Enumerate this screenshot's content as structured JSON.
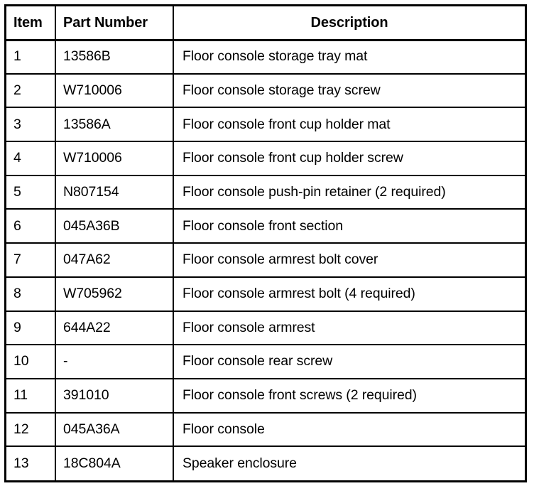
{
  "document": {
    "kind": "parts-list-table",
    "background_color": "#ffffff",
    "border_color": "#000000"
  },
  "table": {
    "columns": [
      {
        "key": "item",
        "label": "Item",
        "align": "left"
      },
      {
        "key": "part_number",
        "label": "Part Number",
        "align": "left"
      },
      {
        "key": "description",
        "label": "Description",
        "align": "center"
      }
    ],
    "rows": [
      {
        "item": "1",
        "part_number": "13586B",
        "description": "Floor console storage tray mat"
      },
      {
        "item": "2",
        "part_number": "W710006",
        "description": "Floor console storage tray screw"
      },
      {
        "item": "3",
        "part_number": "13586A",
        "description": "Floor console front cup holder mat"
      },
      {
        "item": "4",
        "part_number": "W710006",
        "description": "Floor console front cup holder screw"
      },
      {
        "item": "5",
        "part_number": "N807154",
        "description": "Floor console push-pin retainer (2 required)"
      },
      {
        "item": "6",
        "part_number": "045A36B",
        "description": "Floor console front section"
      },
      {
        "item": "7",
        "part_number": "047A62",
        "description": "Floor console armrest bolt cover"
      },
      {
        "item": "8",
        "part_number": "W705962",
        "description": "Floor console armrest bolt (4 required)"
      },
      {
        "item": "9",
        "part_number": "644A22",
        "description": "Floor console armrest"
      },
      {
        "item": "10",
        "part_number": "-",
        "description": "Floor console rear screw"
      },
      {
        "item": "11",
        "part_number": "391010",
        "description": "Floor console front screws (2 required)"
      },
      {
        "item": "12",
        "part_number": "045A36A",
        "description": "Floor console"
      },
      {
        "item": "13",
        "part_number": "18C804A",
        "description": "Speaker enclosure"
      }
    ]
  }
}
